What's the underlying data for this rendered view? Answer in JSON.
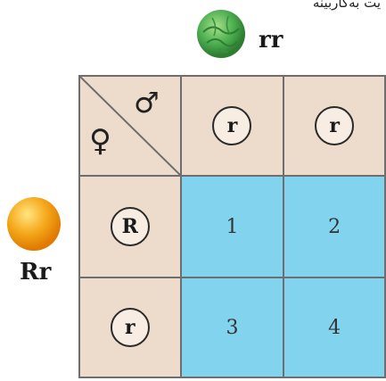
{
  "caption": "یت بەکاربینە",
  "male_parent": {
    "genotype": "rr",
    "pea_icon": "green-wrinkled-pea-icon",
    "color": "#4caf50"
  },
  "female_parent": {
    "genotype": "Rr",
    "pea_icon": "yellow-round-pea-icon",
    "color": "#f5a91c"
  },
  "symbols": {
    "male": "♂",
    "female": "♀"
  },
  "column_alleles": [
    "r",
    "r"
  ],
  "row_alleles": [
    "R",
    "r"
  ],
  "cells": [
    [
      "1",
      "2"
    ],
    [
      "3",
      "4"
    ]
  ],
  "colors": {
    "header_fill": "#eddccb",
    "offspring_fill": "#82d3ee",
    "border": "#6e6e6e"
  }
}
